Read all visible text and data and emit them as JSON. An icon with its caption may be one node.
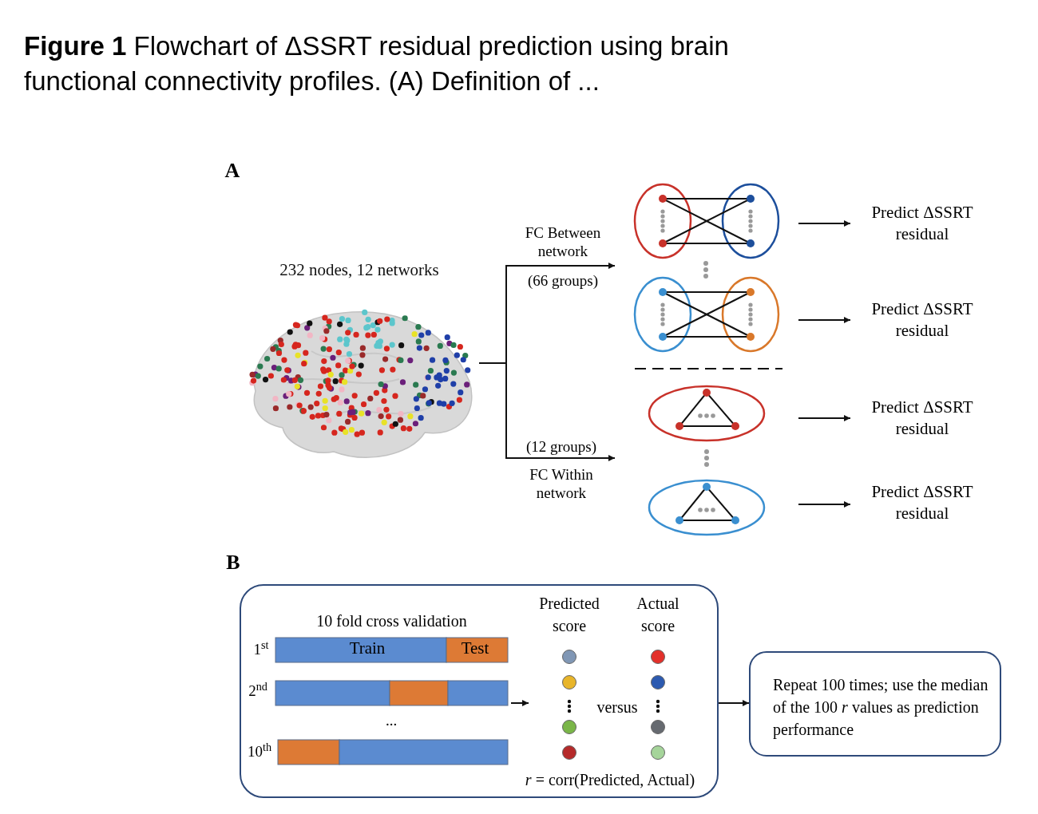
{
  "diagram": {
    "title": "**Figure 1** Flowchart of ΔSSRT residual prediction using brain functional connectivity profiles. (A) Definition of ...",
    "nodes": [
      {
        "text": [
          "232 nodes, 12 networks"
        ]
      },
      {
        "text": [],
        "shape": "picture"
      },
      {
        "text": [],
        "shape": "picture"
      },
      {
        "text": [],
        "shape": "picture"
      },
      {
        "text": [],
        "shape": "picture"
      },
      {
        "text": [
          "Predict ΔSSRT residual"
        ]
      },
      {
        "text": [
          "Predict ΔSSRT residual"
        ]
      },
      {
        "text": [
          "Predict ΔSSRT residual"
        ]
      },
      {
        "text": [
          "Predict ΔSSRT residual"
        ]
      },
      {
        "text": [],
        "shape": "box"
      },
      {
        "text": [
          "10 fold cross validation"
        ],
        "in": 9
      },
      {
        "text": [
          "Predicted score",
          "Actual score",
          "versus"
        ],
        "in": 9
      },
      {
        "text": [
          "Repeat 100 times; use the median of the 100 *r* values as prediction performance"
        ]
      }
    ],
    "edges": [
      {
        "from": 0,
        "to": 1,
        "arrow": "to",
        "label": "FC Between network"
      },
      {
        "from": 0,
        "to": 3,
        "arrow": "to",
        "label": "FC Within network"
      },
      {
        "from": 1,
        "to": 5,
        "arrow": "to"
      },
      {
        "from": 2,
        "to": 6,
        "arrow": "to"
      },
      {
        "from": 3,
        "to": 7,
        "arrow": "to"
      },
      {
        "from": 4,
        "to": 8,
        "arrow": "to"
      },
      {
        "from": 10,
        "to": 11,
        "arrow": "to"
      },
      {
        "from": 9,
        "to": 12,
        "arrow": "to"
      }
    ],
    "labels": [
      "A",
      "B",
      "(66 groups)",
      "(12 groups)",
      "1$^{st}$",
      "Train",
      "Test",
      "2$^{nd}$",
      "...",
      "10$^{th}$",
      "*r* = corr(Predicted, Actual)"
    ]
  }
}
